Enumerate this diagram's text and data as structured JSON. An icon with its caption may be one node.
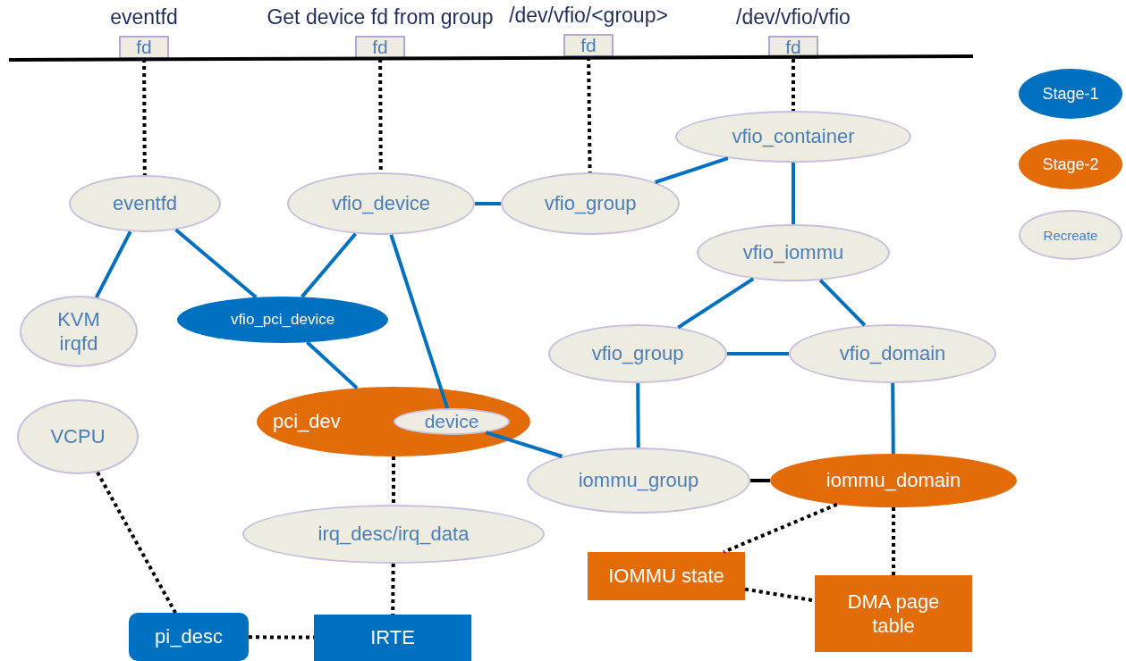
{
  "diagram": {
    "nodes": [
      {
        "text": [
          "fd"
        ],
        "beside": [
          "eventfd"
        ]
      },
      {
        "text": [
          "fd"
        ],
        "beside": [
          "Get device fd from group"
        ]
      },
      {
        "text": [
          "fd"
        ],
        "beside": [
          "/dev/vfio/<group>"
        ]
      },
      {
        "text": [
          "fd"
        ],
        "beside": [
          "/dev/vfio/vfio"
        ]
      },
      {
        "text": [
          "vfio_container"
        ]
      },
      {
        "text": [
          "eventfd"
        ]
      },
      {
        "text": [
          "vfio_device"
        ]
      },
      {
        "text": [
          "vfio_group"
        ]
      },
      {
        "text": [
          "vfio_iommu"
        ]
      },
      {
        "text": [
          "KVM irqfd"
        ]
      },
      {
        "text": [
          "vfio_pci_device"
        ]
      },
      {
        "text": [
          "vfio_group"
        ]
      },
      {
        "text": [
          "vfio_domain"
        ]
      },
      {
        "text": [
          "VCPU"
        ]
      },
      {
        "text": [
          "pci_dev"
        ]
      },
      {
        "text": [
          "device"
        ],
        "in": 14
      },
      {
        "text": [
          "iommu_group"
        ]
      },
      {
        "text": [
          "iommu_domain"
        ]
      },
      {
        "text": [
          "irq_desc/irq_data"
        ]
      },
      {
        "text": [
          "IOMMU state"
        ]
      },
      {
        "text": [
          "DMA page table"
        ]
      },
      {
        "text": [
          "pi_desc"
        ]
      },
      {
        "text": [
          "IRTE"
        ]
      }
    ],
    "edges": [
      {
        "from": 0,
        "to": 5,
        "arrow": "none",
        "style": "dashed",
        "color": "#000000"
      },
      {
        "from": 1,
        "to": 6,
        "arrow": "none",
        "style": "dashed",
        "color": "#000000"
      },
      {
        "from": 2,
        "to": 7,
        "arrow": "none",
        "style": "dashed",
        "color": "#000000"
      },
      {
        "from": 3,
        "to": 4,
        "arrow": "none",
        "style": "dashed",
        "color": "#000000"
      },
      {
        "from": 7,
        "to": 4,
        "arrow": "none"
      },
      {
        "from": 6,
        "to": 7,
        "arrow": "none"
      },
      {
        "from": 4,
        "to": 8,
        "arrow": "none"
      },
      {
        "from": 5,
        "to": 9,
        "arrow": "none"
      },
      {
        "from": 5,
        "to": 10,
        "arrow": "none"
      },
      {
        "from": 6,
        "to": 10,
        "arrow": "none"
      },
      {
        "from": 6,
        "to": 15,
        "arrow": "none"
      },
      {
        "from": 8,
        "to": 11,
        "arrow": "none"
      },
      {
        "from": 8,
        "to": 12,
        "arrow": "none"
      },
      {
        "from": 11,
        "to": 12,
        "arrow": "none"
      },
      {
        "from": 10,
        "to": 14,
        "arrow": "none"
      },
      {
        "from": 11,
        "to": 16,
        "arrow": "none"
      },
      {
        "from": 12,
        "to": 17,
        "arrow": "none"
      },
      {
        "from": 15,
        "to": 16,
        "arrow": "none"
      },
      {
        "from": 16,
        "to": 17,
        "arrow": "none",
        "color": "#000000"
      },
      {
        "from": 14,
        "to": 18,
        "arrow": "none",
        "style": "dashed",
        "color": "#000000"
      },
      {
        "from": 18,
        "to": 22,
        "arrow": "none",
        "style": "dashed",
        "color": "#000000"
      },
      {
        "from": 13,
        "to": 21,
        "arrow": "none",
        "style": "dashed",
        "color": "#000000"
      },
      {
        "from": 21,
        "to": 22,
        "arrow": "none",
        "style": "dashed",
        "color": "#000000"
      },
      {
        "from": 17,
        "to": 19,
        "arrow": "none",
        "style": "dashed",
        "color": "#000000"
      },
      {
        "from": 17,
        "to": 20,
        "arrow": "none",
        "style": "dashed",
        "color": "#000000"
      },
      {
        "from": 19,
        "to": 20,
        "arrow": "none",
        "style": "dashed",
        "color": "#000000"
      }
    ],
    "legend": [
      {
        "text": "Stage-1",
        "color": "#0070c0"
      },
      {
        "text": "Stage-2",
        "color": "#e36c09"
      },
      {
        "text": "Recreate",
        "color": "#eeece1"
      }
    ]
  }
}
